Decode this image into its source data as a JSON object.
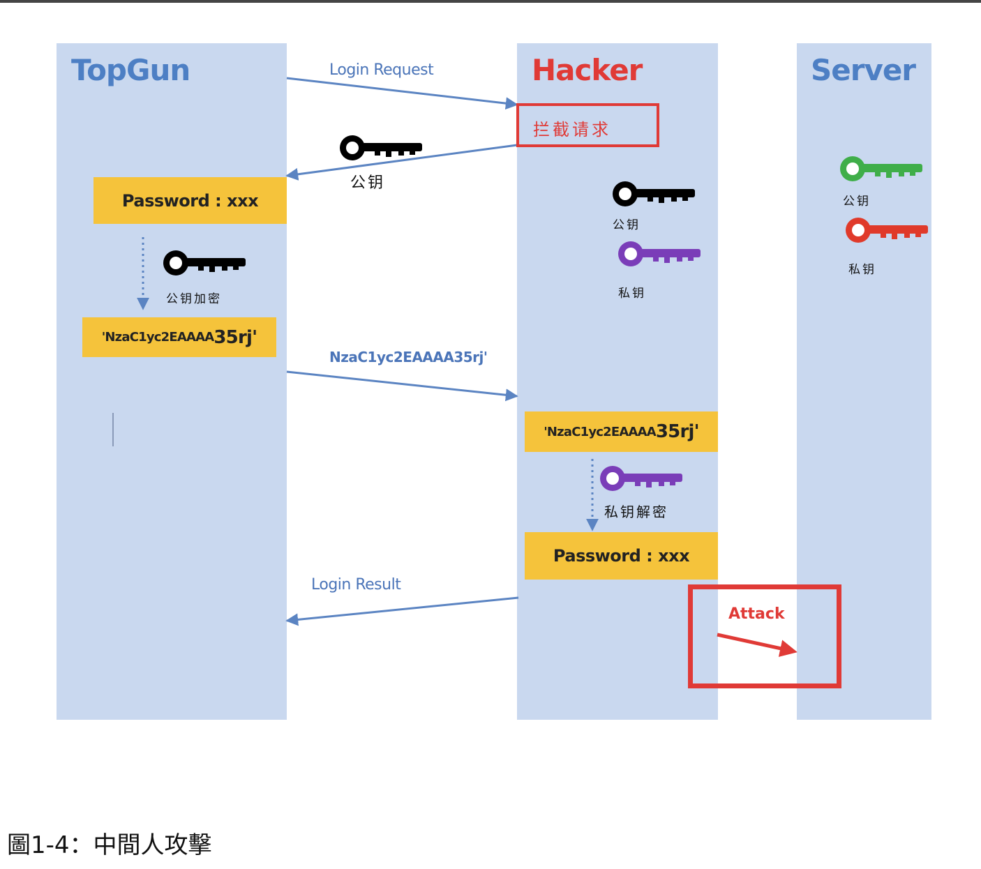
{
  "lanes": {
    "topgun": "TopGun",
    "hacker": "Hacker",
    "server": "Server"
  },
  "messages": {
    "login_request": "Login Request",
    "ciphertext": "NzaC1yc2EAAAA35rj'",
    "login_result": "Login Result"
  },
  "intercept_label": "拦截请求",
  "public_key_label": "公钥",
  "topgun": {
    "password_box": "Password : xxx",
    "encrypt_label": "公钥加密",
    "cipher_box_prefix": "'NzaC1yc2EAAAA",
    "cipher_box_suffix": "35rj'"
  },
  "hacker": {
    "public_key_label": "公钥",
    "private_key_label": "私钥",
    "cipher_box_prefix": "'NzaC1yc2EAAAA",
    "cipher_box_suffix": "35rj'",
    "decrypt_label": "私钥解密",
    "password_box": "Password : xxx",
    "attack_label": "Attack"
  },
  "server": {
    "public_key_label": "公钥",
    "private_key_label": "私钥"
  },
  "colors": {
    "lane": "#c9d8ef",
    "topgun_title": "#4d7fc4",
    "hacker_title": "#e03a36",
    "server_title": "#4d7fc4",
    "arrow": "#5b84c2",
    "box": "#f5c33b",
    "alert": "#e03a36",
    "key_black": "#000000",
    "key_purple": "#7a3db8",
    "key_green": "#3fae49",
    "key_red": "#e03a2a"
  },
  "caption": "圖1-4：中間人攻擊"
}
